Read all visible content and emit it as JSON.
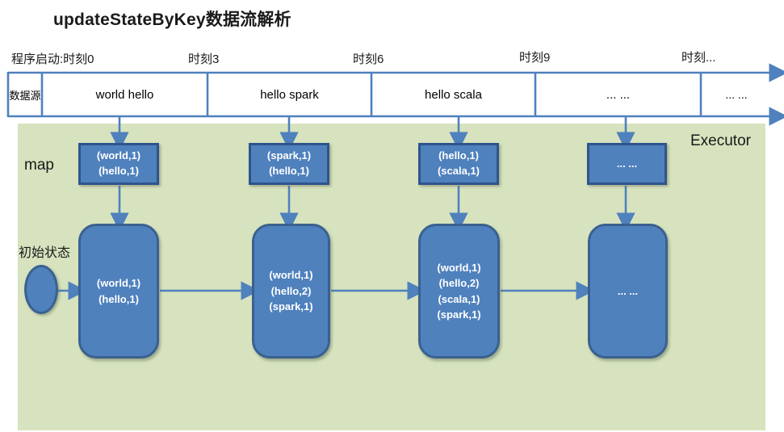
{
  "title": "updateStateByKey数据流解析",
  "colors": {
    "shape_fill_blue": "#4F81BD",
    "shape_border_dark_blue": "#2F548C",
    "panel_green": "#D6E3BE",
    "line_blue": "#4F81BD",
    "box_text": "#FFFFFF"
  },
  "timeline": {
    "labels": [
      "程序启动:时刻0",
      "时刻3",
      "时刻6",
      "时刻9",
      "时刻..."
    ]
  },
  "datasource": {
    "label": "数据源",
    "cells": [
      "world hello",
      "hello spark",
      "hello scala",
      "... ...",
      "... ..."
    ]
  },
  "executor": {
    "label": "Executor",
    "map_label": "map",
    "initial_state_label": "初始状态",
    "map_boxes": [
      "(world,1)\n(hello,1)",
      "(spark,1)\n(hello,1)",
      "(hello,1)\n(scala,1)",
      "... ..."
    ],
    "state_boxes": [
      "(world,1)\n(hello,1)",
      "(world,1)\n(hello,2)\n(spark,1)",
      "(world,1)\n(hello,2)\n(scala,1)\n(spark,1)",
      "... ..."
    ]
  }
}
